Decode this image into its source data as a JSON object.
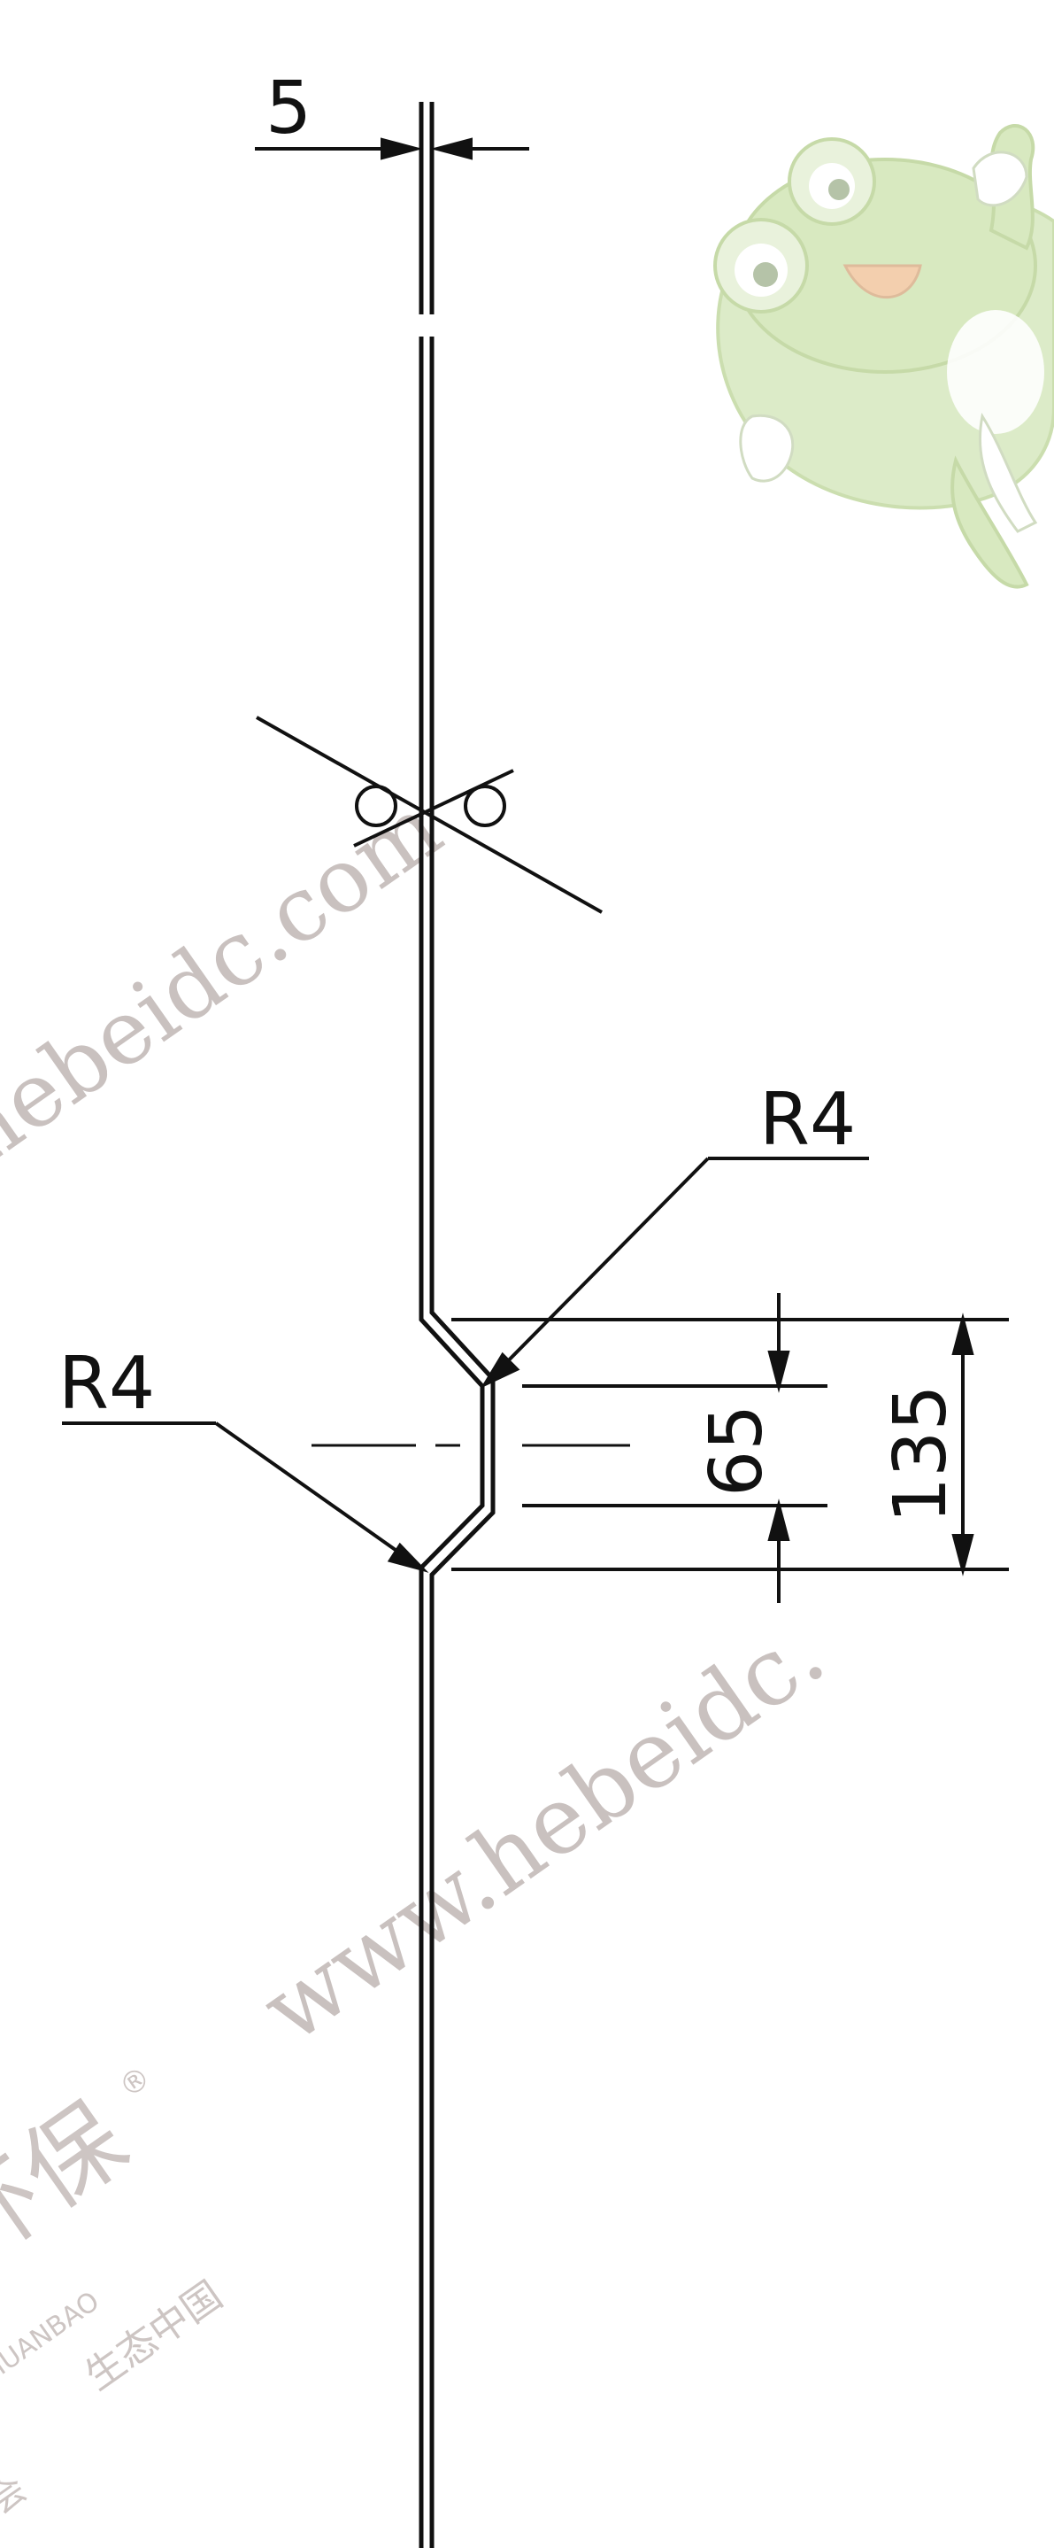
{
  "dimensions": {
    "gap_width": "5",
    "radius_upper": "R4",
    "radius_lower": "R4",
    "offset": "65",
    "height": "135"
  },
  "watermarks": {
    "site_upper": "hebeidc.com",
    "site_lower": "www.hebeidc.",
    "brand_cn": "环保",
    "brand_mark": "®",
    "brand_en": "HUANBAO",
    "slogan_cn": "生态中国",
    "partial_cn": "会"
  },
  "colors": {
    "line": "#111111",
    "watermark": "#c9c1bf",
    "frog_body": "#cfe3b0",
    "frog_outline": "#b9d094"
  }
}
